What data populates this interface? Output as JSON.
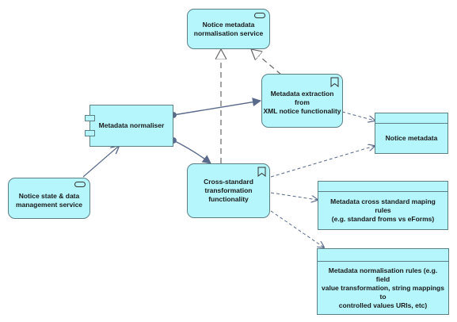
{
  "nodes": {
    "metadata_normalisation_service": "Notice metadata\nnormalisation service",
    "metadata_extraction_function": "Metadata extraction from\nXML notice functionality",
    "metadata_normaliser": "Metadata normaliser",
    "notice_metadata": "Notice metadata",
    "notice_state_service": "Notice state & data\nmanagement service",
    "cross_standard_function": "Cross-standard\ntransformation\nfunctionality",
    "cross_standard_rules": "Metadata cross standard maping rules\n(e.g. standard froms vs eForms)",
    "normalisation_rules": "Metadata normalisation rules  (e.g. field\nvalue transformation, string mappings to\ncontrolled values URIs, etc)"
  },
  "colors": {
    "fill": "#b4f6fb",
    "border": "#5c7f86",
    "connector": "#5a6a8a"
  }
}
